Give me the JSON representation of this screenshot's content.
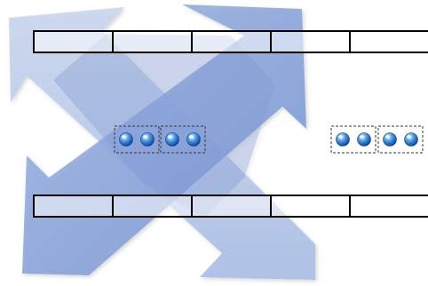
{
  "diagram": {
    "colors": {
      "background": "#ffffff",
      "arrow_light": "#c5d3ec",
      "arrow_dark": "#8aa5d8",
      "strip_border": "#000000",
      "group_border": "#3a3a3a",
      "bead_light": "#d6ecff",
      "bead_mid": "#3b8fe0",
      "bead_dark": "#0a3d91"
    },
    "background_graphic": {
      "shape": "four-way crossed arrows",
      "icon": "four-way-arrows-icon"
    },
    "strips": [
      {
        "id": "top",
        "cell_count": 5
      },
      {
        "id": "bottom",
        "cell_count": 5
      }
    ],
    "bead_groups": [
      {
        "id": "left-1",
        "bead_count": 2
      },
      {
        "id": "left-2",
        "bead_count": 2
      },
      {
        "id": "right-1",
        "bead_count": 2
      },
      {
        "id": "right-2",
        "bead_count": 2
      }
    ],
    "bead_icon": "blue-bead-icon"
  }
}
